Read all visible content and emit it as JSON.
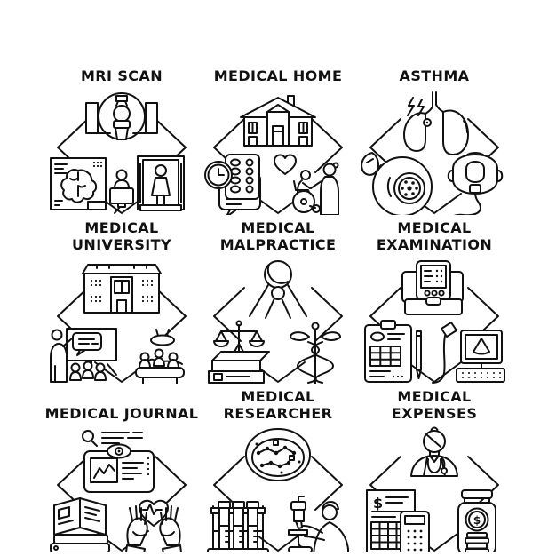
{
  "page": {
    "background": "#ffffff",
    "line_color": "#111111",
    "text_color": "#111111",
    "description": "Set of nine black line-art medical concept illustrations in a 3x3 grid"
  },
  "symbols": {
    "dollar": "$"
  },
  "cells": [
    {
      "label": "MRI SCAN",
      "icons": [
        "mri-machine-icon",
        "brain-scan-icon",
        "operator-computer-icon",
        "body-scanner-icon"
      ]
    },
    {
      "label": "MEDICAL HOME",
      "icons": [
        "house-icon",
        "heart-icon",
        "pill-blister-clock-icon",
        "nurse-wheelchair-icon"
      ]
    },
    {
      "label": "ASTHMA",
      "icons": [
        "lungs-icon",
        "bronchiole-icon",
        "nebulizer-mask-icon"
      ]
    },
    {
      "label": "MEDICAL UNIVERSITY",
      "icons": [
        "university-building-icon",
        "lecture-icon",
        "operating-room-icon"
      ]
    },
    {
      "label": "MEDICAL MALPRACTICE",
      "icons": [
        "gavel-icon",
        "scales-book-icon",
        "caduceus-icon"
      ]
    },
    {
      "label": "MEDICAL EXAMINATION",
      "icons": [
        "monitor-device-icon",
        "clipboard-pen-icon",
        "ultrasound-icon"
      ]
    },
    {
      "label": "MEDICAL JOURNAL",
      "icons": [
        "search-article-icon",
        "tablet-eye-icon",
        "books-icon",
        "hands-heart-icon"
      ]
    },
    {
      "label": "MEDICAL RESEARCHER",
      "icons": [
        "petri-dish-icon",
        "test-tubes-icon",
        "microscope-researcher-icon"
      ]
    },
    {
      "label": "MEDICAL EXPENSES",
      "icons": [
        "doctor-icon",
        "bill-calculator-icon",
        "money-jar-icon"
      ]
    }
  ]
}
